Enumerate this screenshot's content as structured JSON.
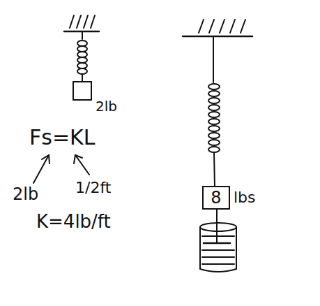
{
  "diagram": {
    "nodes": [
      {
        "text": [
          "2lb"
        ]
      },
      {
        "text": [
          "8",
          "lbs"
        ]
      }
    ],
    "labels": [
      "Fs=KL",
      "2lb",
      "1/2ft",
      "K=4lb/ft"
    ]
  }
}
